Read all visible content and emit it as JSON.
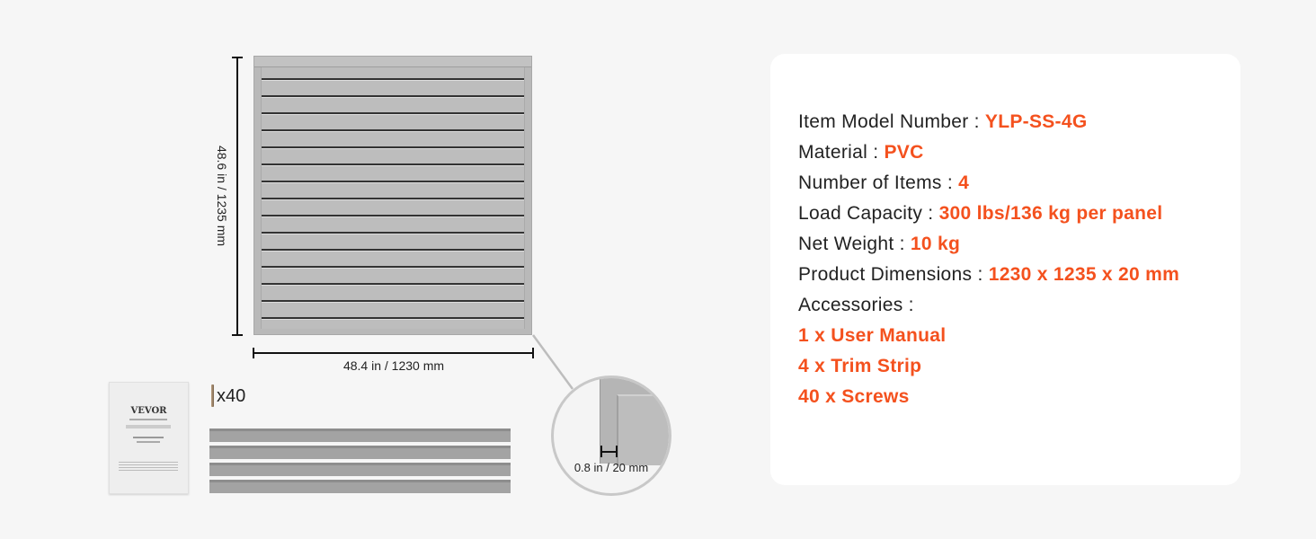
{
  "diagram": {
    "height_label": "48.6 in / 1235 mm",
    "width_label": "48.4 in / 1230 mm",
    "thickness_label": "0.8 in / 20 mm",
    "screw_count_label": "x40",
    "manual_brand": "VEVOR"
  },
  "specs": [
    {
      "label": "Item Model Number : ",
      "value": "YLP-SS-4G"
    },
    {
      "label": "Material : ",
      "value": "PVC"
    },
    {
      "label": "Number of Items : ",
      "value": "4"
    },
    {
      "label": "Load Capacity : ",
      "value": "300 lbs/136 kg per panel"
    },
    {
      "label": "Net Weight : ",
      "value": "10 kg"
    },
    {
      "label": "Product Dimensions : ",
      "value": "1230 x 1235 x 20 mm"
    },
    {
      "label": "Accessories : ",
      "value": ""
    }
  ],
  "accessories": [
    "1 x User Manual",
    "4 x Trim Strip",
    "40 x Screws"
  ],
  "colors": {
    "accent": "#f4511e"
  }
}
